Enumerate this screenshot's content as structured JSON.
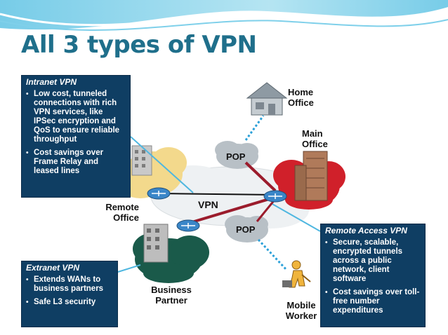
{
  "title": "All 3 types of VPN",
  "intranet": {
    "title": "Intranet VPN",
    "bullets": [
      "Low cost, tunneled connections with rich VPN services, like IPSec encryption and QoS to ensure reliable throughput",
      "Cost savings over Frame Relay and leased lines"
    ]
  },
  "extranet": {
    "title": "Extranet VPN",
    "bullets": [
      "Extends WANs to business partners",
      "Safe L3 security"
    ]
  },
  "remote_access": {
    "title": "Remote Access VPN",
    "bullets": [
      "Secure, scalable, encrypted tunnels across a public network, client software",
      "Cost savings over toll-free number expenditures"
    ]
  },
  "labels": {
    "home_office": [
      "Home",
      "Office"
    ],
    "main_office": [
      "Main",
      "Office"
    ],
    "remote_office": [
      "Remote",
      "Office"
    ],
    "business_partner": [
      "Business",
      "Partner"
    ],
    "mobile_worker": [
      "Mobile",
      "Worker"
    ],
    "pop_top": "POP",
    "pop_bottom": "POP",
    "vpn": "VPN"
  },
  "colors": {
    "title": "#1f6f8b",
    "box_bg": "#0f3e63",
    "main_cloud": "#d0202a",
    "partner_cloud": "#1a5a4a",
    "remote_cloud": "#f3d98c",
    "pop_cloud": "#b8c0c6",
    "tunnel": "#9b1c2c",
    "link": "#4fb7e0"
  }
}
